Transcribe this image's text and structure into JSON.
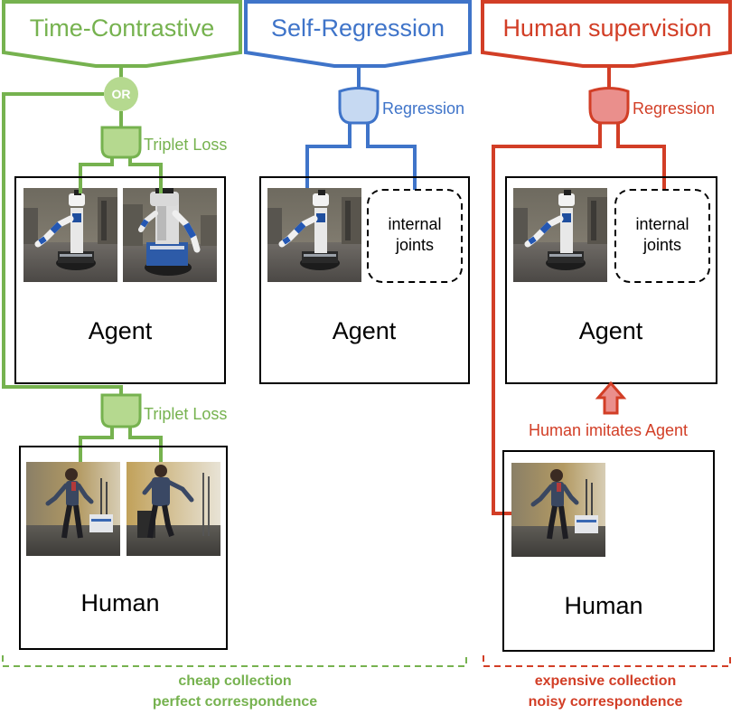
{
  "colors": {
    "green": "#76b24f",
    "green_light": "#b5d98f",
    "blue": "#3f74c9",
    "blue_light": "#c6d9f2",
    "red": "#d23e26",
    "red_light": "#ea8f8c"
  },
  "time_contrastive": {
    "title": "Time-Contrastive",
    "or_label": "OR",
    "loss_top": "Triplet Loss",
    "loss_bottom": "Triplet Loss",
    "agent_label": "Agent",
    "human_label": "Human"
  },
  "self_regression": {
    "title": "Self-Regression",
    "loss": "Regression",
    "joints_line1": "internal",
    "joints_line2": "joints",
    "agent_label": "Agent"
  },
  "human_supervision": {
    "title": "Human supervision",
    "loss": "Regression",
    "joints_line1": "internal",
    "joints_line2": "joints",
    "agent_label": "Agent",
    "imitates_label": "Human imitates Agent",
    "human_label": "Human"
  },
  "footer": {
    "left_line1": "cheap collection",
    "left_line2": "perfect correspondence",
    "right_line1": "expensive collection",
    "right_line2": "noisy correspondence"
  },
  "icons": {
    "robot_photo": "robot-photo-icon",
    "human_photo": "human-photo-icon",
    "or_gate": "or-gate-icon",
    "up_arrow": "up-arrow-icon"
  }
}
